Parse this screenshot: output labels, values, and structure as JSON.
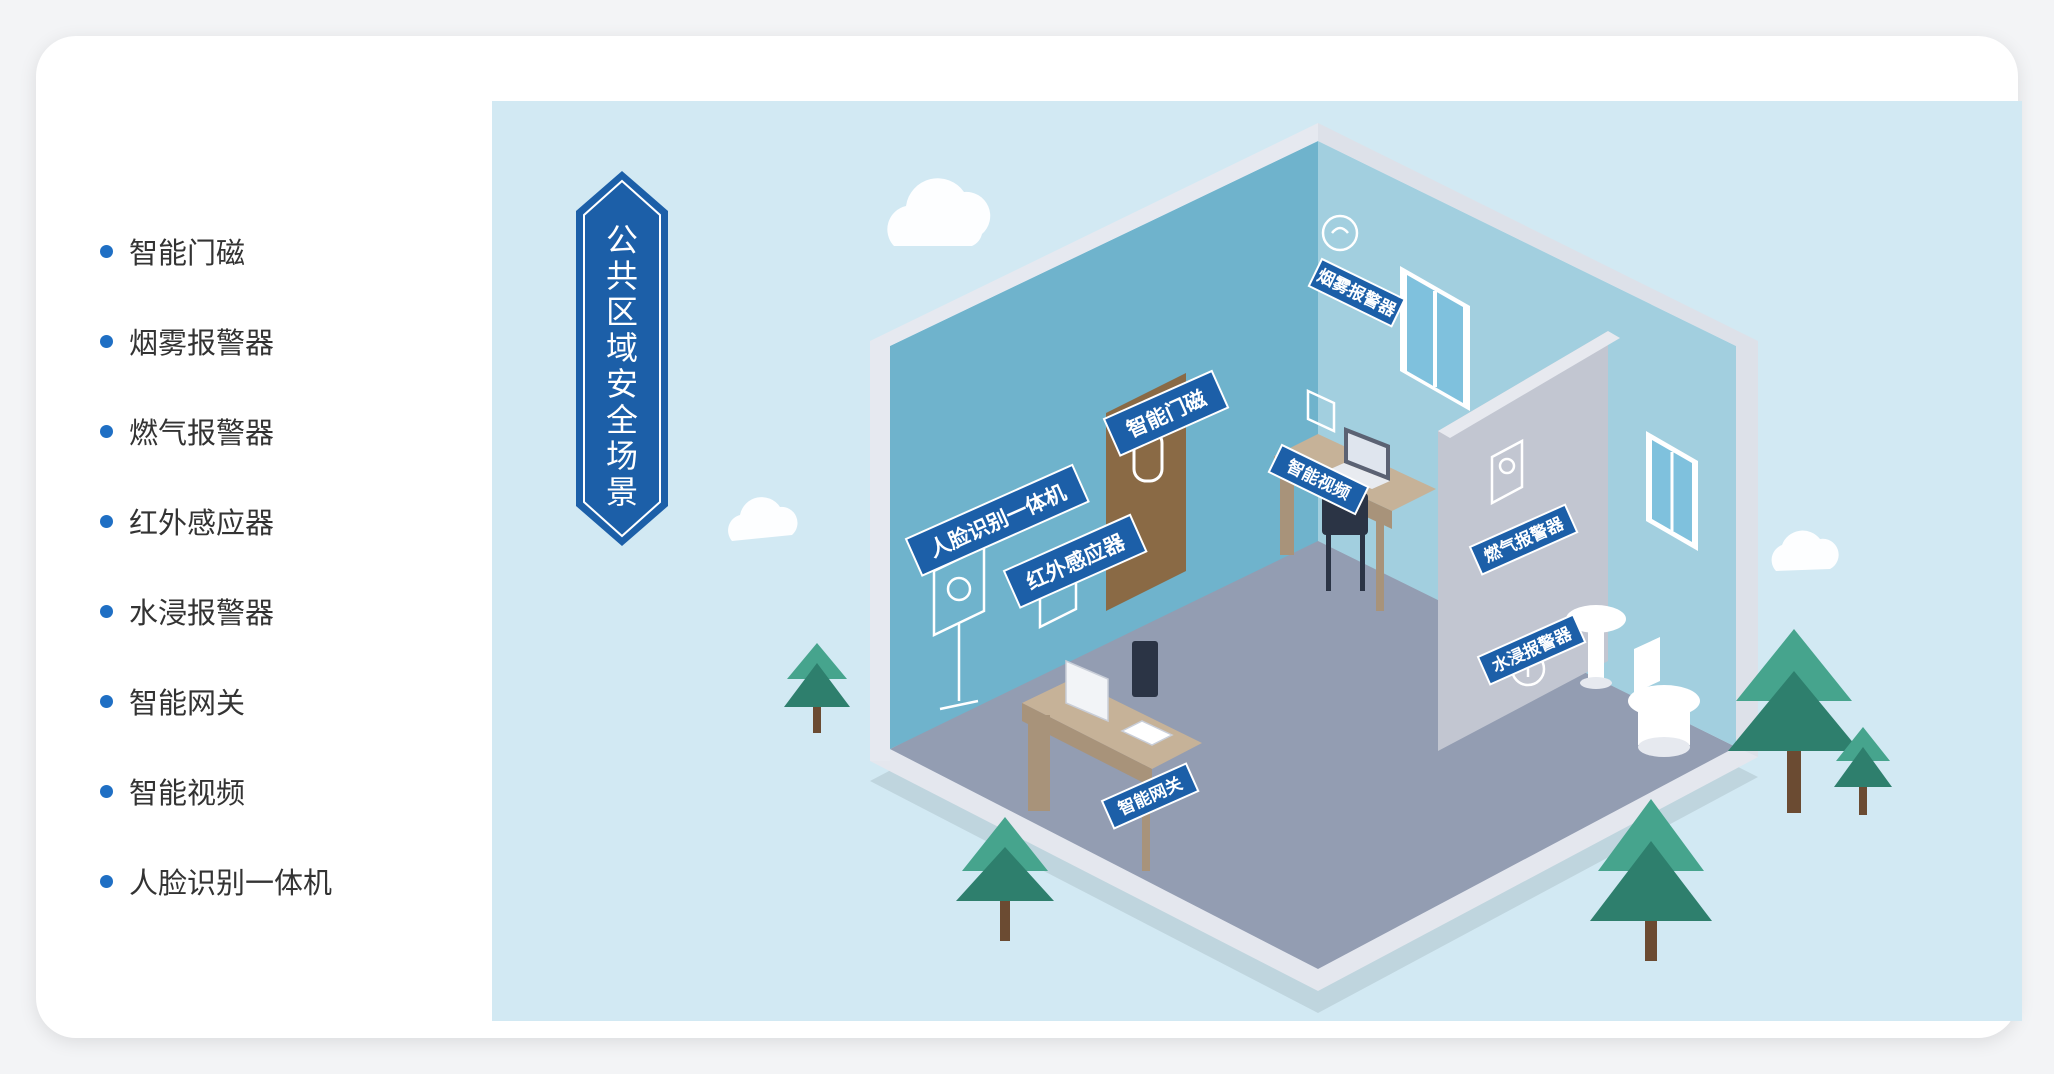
{
  "feature_list": [
    "智能门磁",
    "烟雾报警器",
    "燃气报警器",
    "红外感应器",
    "水浸报警器",
    "智能网关",
    "智能视频",
    "人脸识别一体机"
  ],
  "scene": {
    "title_chars": [
      "公",
      "共",
      "区",
      "域",
      "安",
      "全",
      "场",
      "景"
    ],
    "labels": {
      "door_sensor": "智能门磁",
      "face_terminal": "人脸识别一体机",
      "infrared": "红外感应器",
      "smoke": "烟雾报警器",
      "video": "智能视频",
      "gas": "燃气报警器",
      "water": "水浸报警器",
      "gateway": "智能网关"
    }
  },
  "colors": {
    "accent": "#1f6fc4",
    "badge": "#1c5fa8",
    "scene_bg": "#d2e9f3",
    "floor": "#939db2",
    "left_wall": "#6fb3cc",
    "right_wall": "#a2cfdf",
    "partition": "#c2c6d1",
    "tree_light": "#46a48d",
    "tree_dark": "#2e7f6d"
  }
}
